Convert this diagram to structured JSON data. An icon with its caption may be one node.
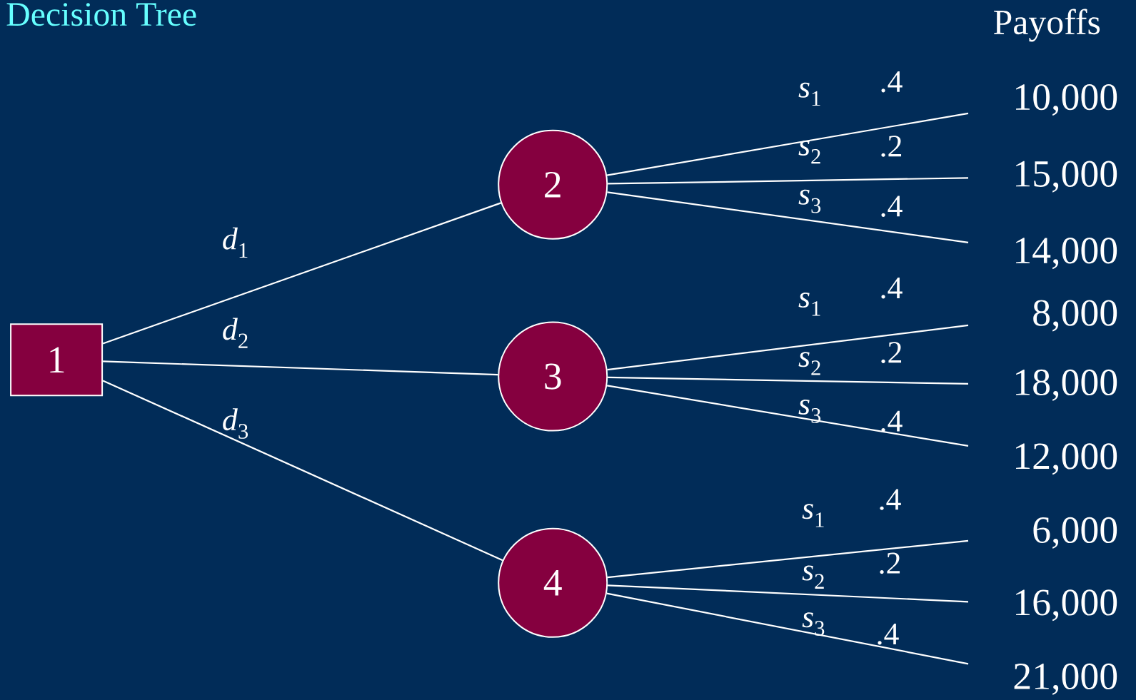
{
  "diagram": {
    "title": "Decision Tree",
    "nodes": [
      {
        "text": [
          "1"
        ]
      },
      {
        "text": [
          "2"
        ]
      },
      {
        "text": [
          "3"
        ]
      },
      {
        "text": [
          "4"
        ]
      },
      {
        "text": [
          "10,000"
        ]
      },
      {
        "text": [
          "15,000"
        ]
      },
      {
        "text": [
          "14,000"
        ]
      },
      {
        "text": [
          "8,000"
        ]
      },
      {
        "text": [
          "18,000"
        ]
      },
      {
        "text": [
          "12,000"
        ]
      },
      {
        "text": [
          "6,000"
        ]
      },
      {
        "text": [
          "16,000"
        ]
      },
      {
        "text": [
          "21,000"
        ]
      }
    ],
    "edges": [
      {
        "from": 0,
        "to": 1,
        "arrow": "none",
        "label": "*d*$_{1}$"
      },
      {
        "from": 0,
        "to": 2,
        "arrow": "none",
        "label": "*d*$_{2}$"
      },
      {
        "from": 0,
        "to": 3,
        "arrow": "none",
        "label": "*d*$_{3}$"
      },
      {
        "from": 1,
        "to": 4,
        "arrow": "none",
        "label": "*s*$_{1}$"
      },
      {
        "from": 1,
        "to": 5,
        "arrow": "none",
        "label": "*s*$_{2}$"
      },
      {
        "from": 1,
        "to": 6,
        "arrow": "none",
        "label": "*s*$_{3}$"
      },
      {
        "from": 2,
        "to": 7,
        "arrow": "none",
        "label": "*s*$_{1}$"
      },
      {
        "from": 2,
        "to": 8,
        "arrow": "none",
        "label": "*s*$_{2}$"
      },
      {
        "from": 2,
        "to": 9,
        "arrow": "none",
        "label": "*s*$_{3}$"
      },
      {
        "from": 3,
        "to": 10,
        "arrow": "none",
        "label": "*s*$_{1}$"
      },
      {
        "from": 3,
        "to": 11,
        "arrow": "none",
        "label": "*s*$_{2}$"
      },
      {
        "from": 3,
        "to": 12,
        "arrow": "none",
        "label": "*s*$_{3}$"
      }
    ],
    "labels": [
      "Payoffs",
      ".4",
      ".2",
      ".4",
      ".4",
      ".2",
      ".4",
      ".4",
      ".2",
      ".4"
    ]
  }
}
